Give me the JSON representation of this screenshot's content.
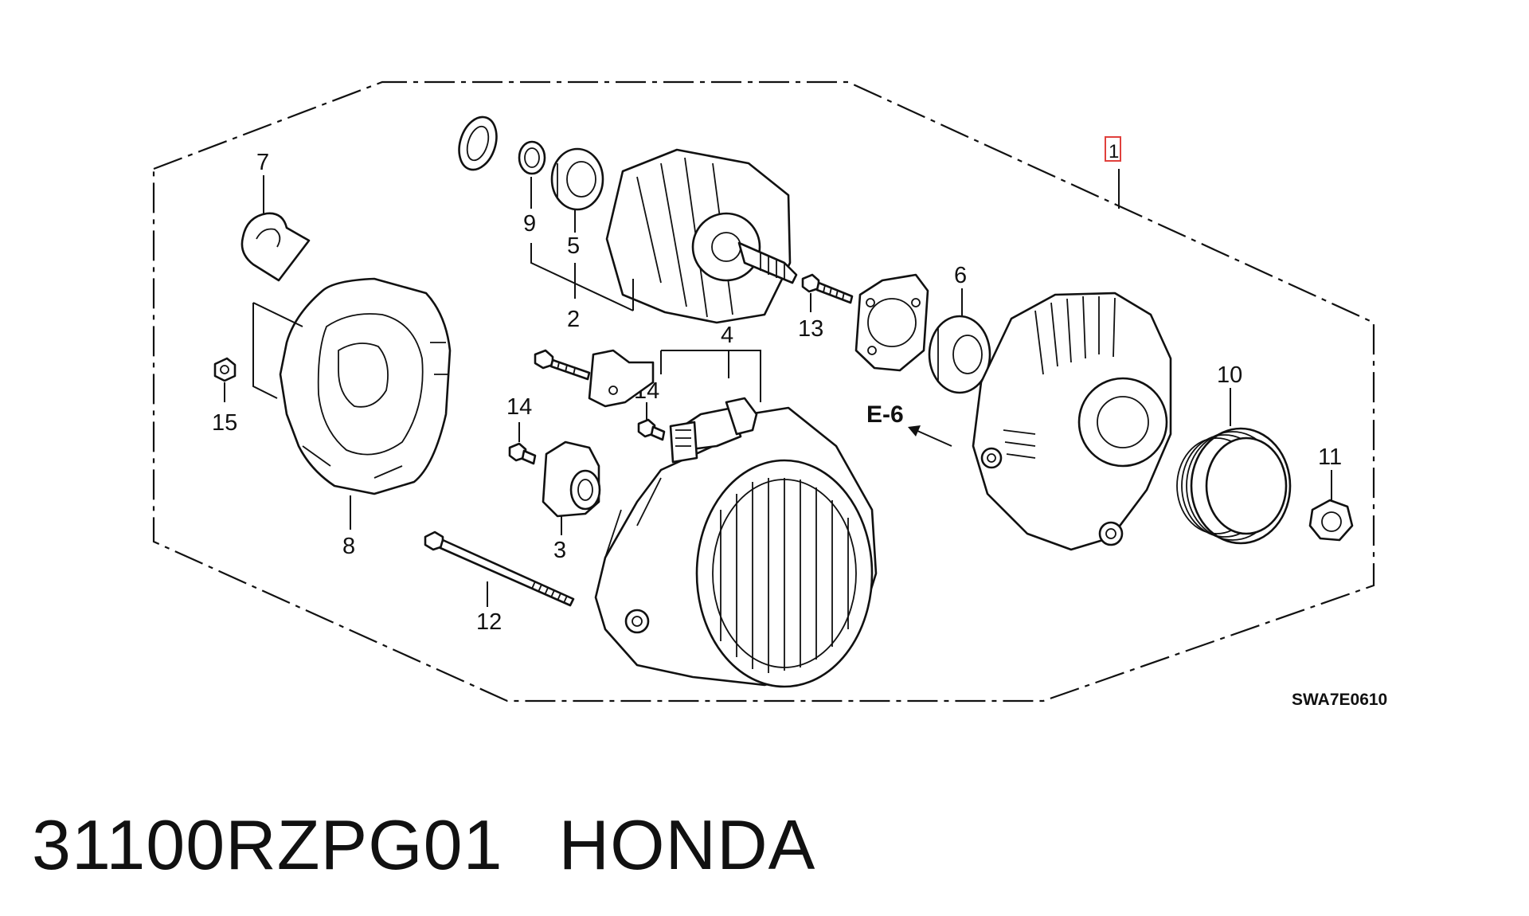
{
  "callouts": {
    "c1": "1",
    "c2": "2",
    "c3": "3",
    "c4": "4",
    "c5": "5",
    "c6": "6",
    "c7": "7",
    "c8": "8",
    "c9": "9",
    "c10": "10",
    "c11": "11",
    "c12": "12",
    "c13": "13",
    "c14a": "14",
    "c14b": "14",
    "c15": "15"
  },
  "reference": "E-6",
  "diagram_code": "SWA7E0610",
  "footer": {
    "part_number": "31100RZPG01",
    "brand": "HONDA"
  },
  "colors": {
    "line": "#111111",
    "highlight": "#e0403c",
    "background": "#ffffff"
  }
}
